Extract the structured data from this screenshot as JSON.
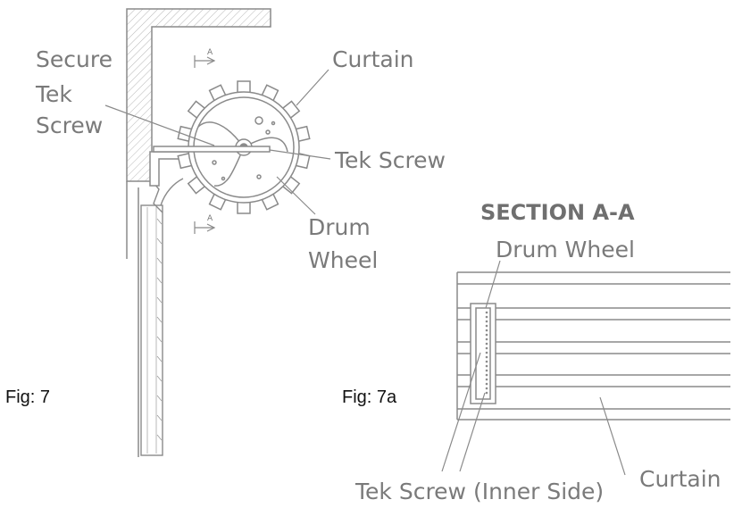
{
  "figure_7": {
    "fig_label": "Fig: 7",
    "labels": {
      "secure_line1": "Secure",
      "secure_line2": "Tek",
      "secure_line3": "Screw",
      "curtain": "Curtain",
      "tek_screw": "Tek Screw",
      "drum_line1": "Drum",
      "drum_line2": "Wheel",
      "section_marker": "A"
    }
  },
  "figure_7a": {
    "fig_label": "Fig: 7a",
    "section_title": "SECTION A-A",
    "labels": {
      "drum_wheel": "Drum Wheel",
      "curtain": "Curtain",
      "tek_screw_inner": "Tek Screw (Inner Side)"
    }
  },
  "colors": {
    "ink": "#777777",
    "line": "#8a8a8a",
    "fig_text": "#111111"
  }
}
